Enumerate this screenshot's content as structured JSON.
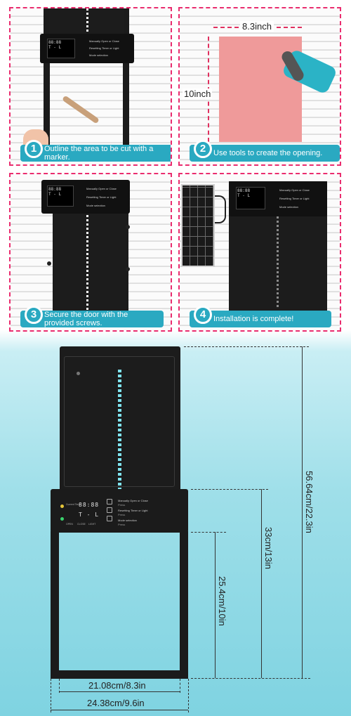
{
  "steps": [
    {
      "number": "1",
      "text": "Outline the area to be cut with a marker."
    },
    {
      "number": "2",
      "text": "Use tools to create the opening."
    },
    {
      "number": "3",
      "text": "Secure the door with the provided screws."
    },
    {
      "number": "4",
      "text": "Installation is complete!"
    }
  ],
  "step2_dims": {
    "width": "8.3inch",
    "height": "10inch"
  },
  "controller": {
    "display_time": "88:88",
    "display_mode": "T - L",
    "labels": {
      "current_time": "Current Time",
      "manual": "Manually Open or Close",
      "manual_press": "Press",
      "timer": "Resetting Timer or Light",
      "timer_press": "Press",
      "mode": "Mode selection",
      "mode_press": "Press",
      "open": "OPEN",
      "close": "CLOSE",
      "light": "LIGHT"
    }
  },
  "dimensions": {
    "total_height": "56.64cm/22.3in",
    "frame_height": "33cm/13in",
    "opening_height": "25.4cm/10in",
    "opening_width": "21.08cm/8.3in",
    "total_width": "24.38cm/9.6in"
  },
  "colors": {
    "accent": "#2aa9c1",
    "dash_border": "#ea2d6f",
    "light_strip": "#7fe3ee"
  }
}
